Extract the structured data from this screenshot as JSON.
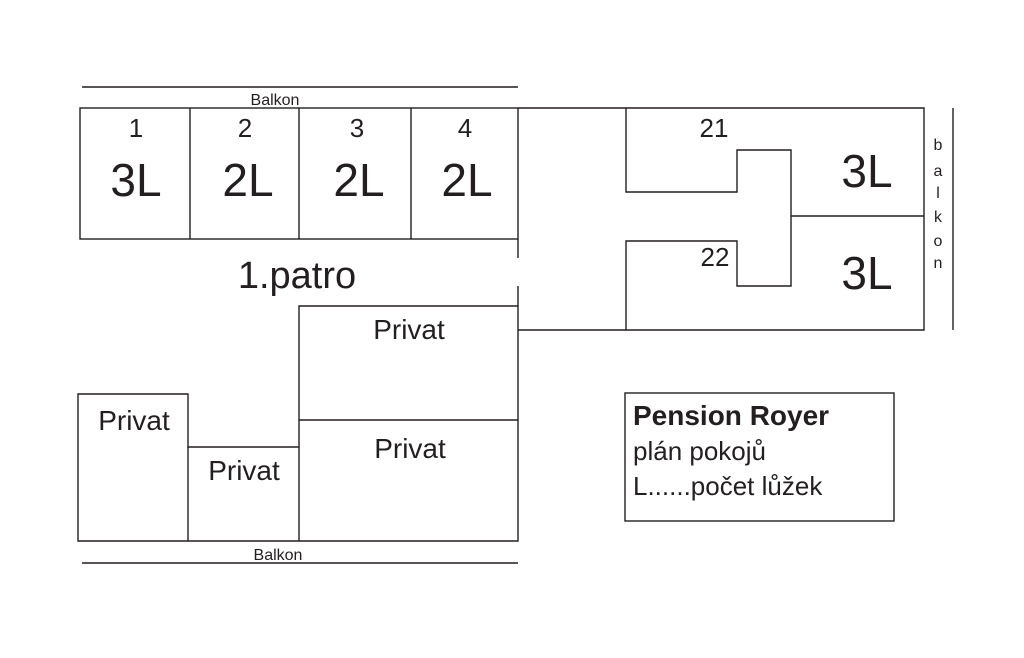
{
  "floor_label": "1.patro",
  "balcony_top": "Balkon",
  "balcony_bottom": "Balkon",
  "balcony_right": [
    "b",
    "a",
    "l",
    "k",
    "o",
    "n"
  ],
  "rooms_top": [
    {
      "number": "1",
      "beds": "3L"
    },
    {
      "number": "2",
      "beds": "2L"
    },
    {
      "number": "3",
      "beds": "2L"
    },
    {
      "number": "4",
      "beds": "2L"
    }
  ],
  "rooms_right": [
    {
      "number": "21",
      "beds": "3L"
    },
    {
      "number": "22",
      "beds": "3L"
    }
  ],
  "private_areas": [
    "Privat",
    "Privat",
    "Privat",
    "Privat"
  ],
  "legend": {
    "title": "Pension Royer",
    "subtitle": "plán pokojů",
    "key": "L......počet lůžek"
  }
}
